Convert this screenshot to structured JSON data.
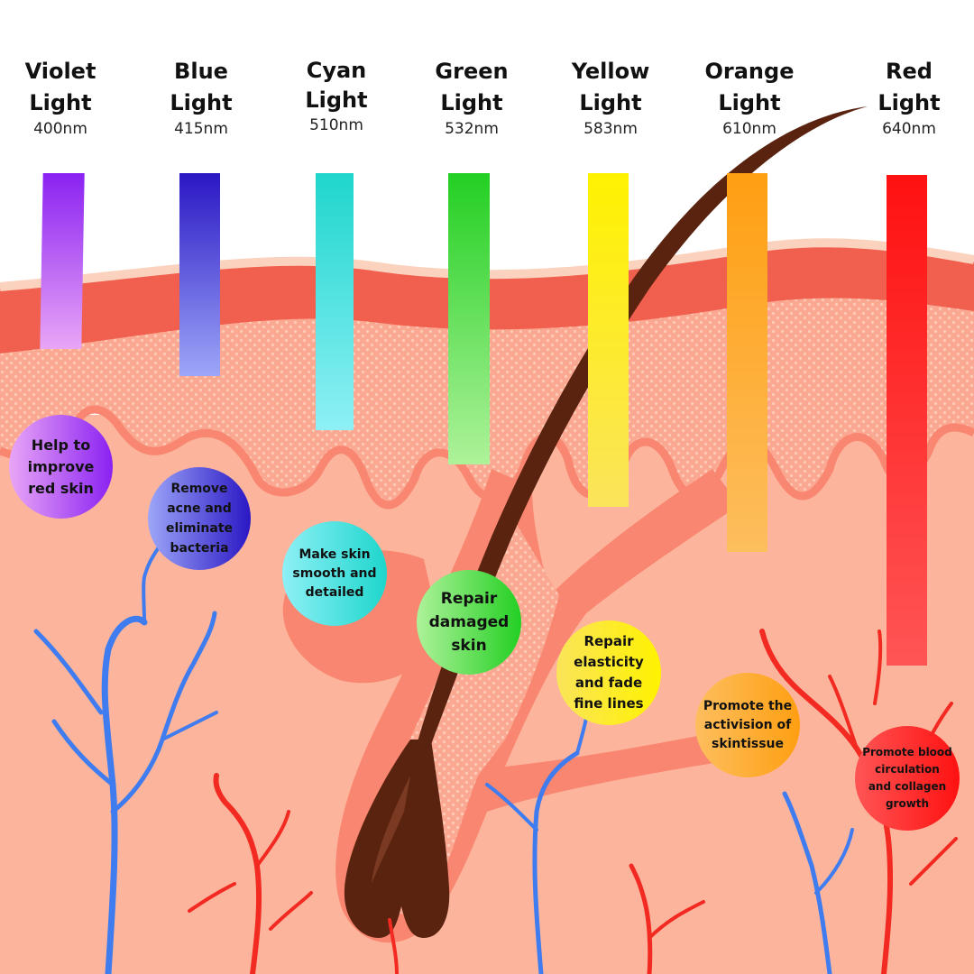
{
  "lights": [
    {
      "id": "violet",
      "name_line1": "Violet",
      "name_line2": "Light",
      "wavelength": "400nm",
      "color": "#8A22F2",
      "color_end": "#E9A6F6",
      "benefit": "Help to improve red skin"
    },
    {
      "id": "blue",
      "name_line1": "Blue",
      "name_line2": "Light",
      "wavelength": "415nm",
      "color": "#2A17C4",
      "color_end": "#9DA6F8",
      "benefit": "Remove acne and eliminate bacteria"
    },
    {
      "id": "cyan",
      "name_line1": "Cyan",
      "name_line2": "Light",
      "wavelength": "510nm",
      "color": "#1ED6CC",
      "color_end": "#8EF0F6",
      "benefit": "Make skin smooth and detailed"
    },
    {
      "id": "green",
      "name_line1": "Green",
      "name_line2": "Light",
      "wavelength": "532nm",
      "color": "#23CF23",
      "color_end": "#AEF29A",
      "benefit": "Repair damaged skin"
    },
    {
      "id": "yellow",
      "name_line1": "Yellow",
      "name_line2": "Light",
      "wavelength": "583nm",
      "color": "#FFF200",
      "color_end": "#FAE45A",
      "benefit": "Repair elasticity and fade fine lines"
    },
    {
      "id": "orange",
      "name_line1": "Orange",
      "name_line2": "Light",
      "wavelength": "610nm",
      "color": "#FF9F12",
      "color_end": "#FDBE5E",
      "benefit": "Promote the activision of skintissue"
    },
    {
      "id": "red",
      "name_line1": "Red",
      "name_line2": "Light",
      "wavelength": "640nm",
      "color": "#FF1111",
      "color_end": "#FF5555",
      "benefit": "Promote blood circulation and collagen growth"
    }
  ],
  "skin_colors": {
    "epidermis": "#F1604E",
    "surface": "#FBD2BE",
    "dermis": "#FBA892",
    "dermis_dots": "#FDCAB6",
    "tissue": "#FCB59C",
    "follicle": "#F98670",
    "hair": "#5A2310",
    "vein": "#3F7CF0",
    "artery": "#F22A22"
  }
}
